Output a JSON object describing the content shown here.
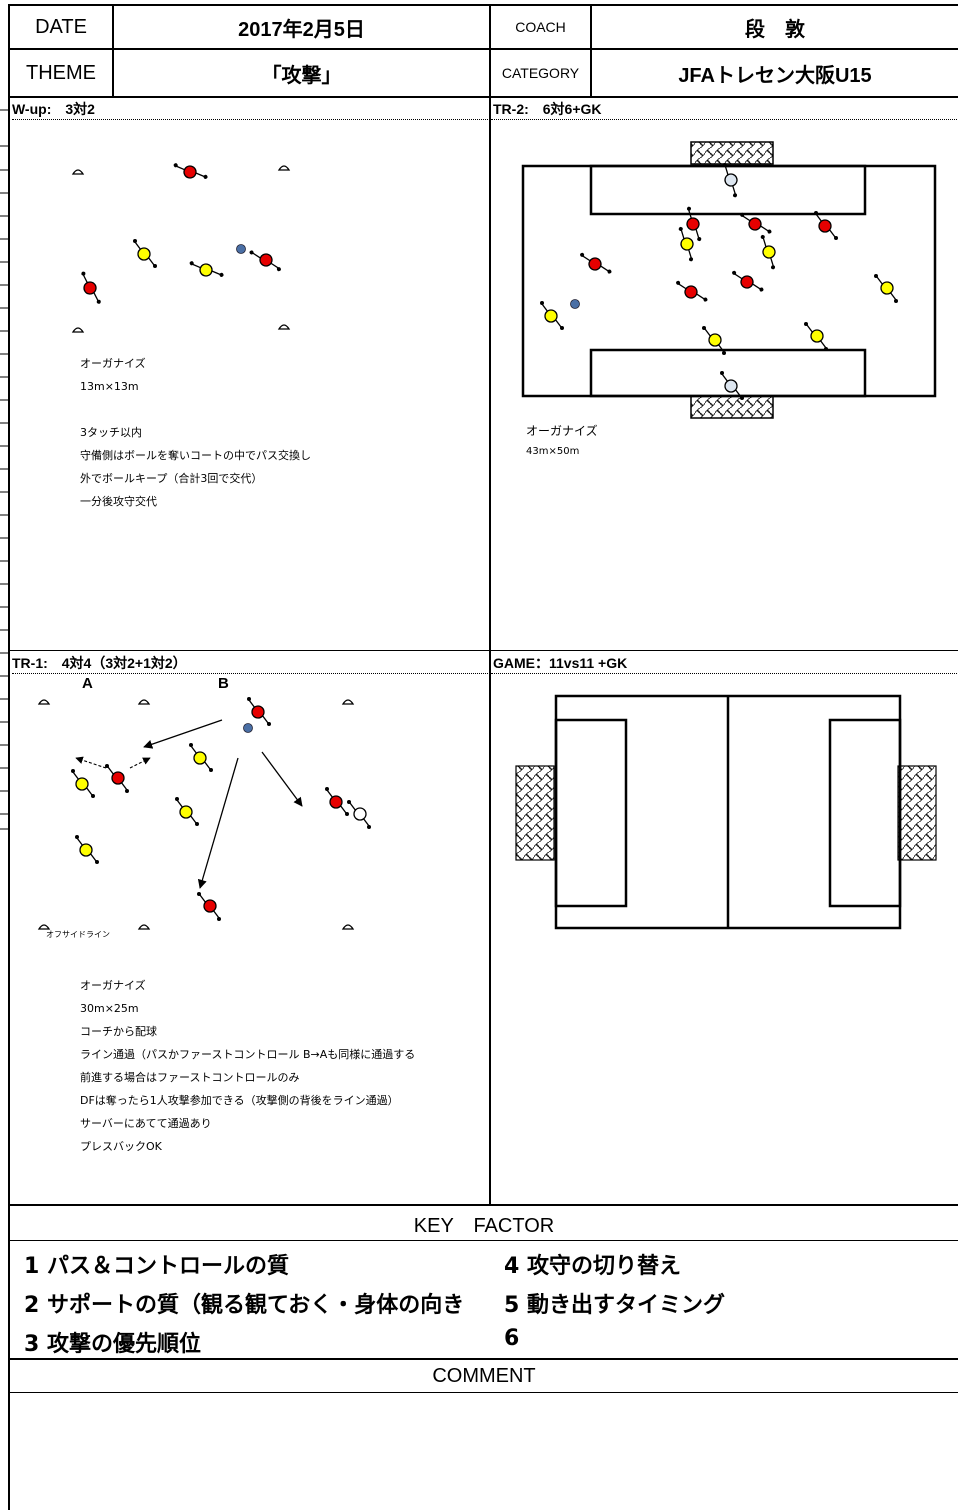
{
  "header": {
    "date_label": "DATE",
    "date_value": "2017年2月5日",
    "coach_label": "COACH",
    "coach_value": "段　敦",
    "theme_label": "THEME",
    "theme_value": "「攻撃」",
    "category_label": "CATEGORY",
    "category_value": "JFAトレセン大阪U15"
  },
  "wup": {
    "title": "W-up:　3対2",
    "notes": [
      "オーガナイズ",
      "13m×13m",
      "",
      "3タッチ以内",
      "守備側はボールを奪いコートの中でパス交換し",
      "外でボールキープ（合計3回で交代）",
      "一分後攻守交代"
    ]
  },
  "tr2": {
    "title": "TR-2:　6対6+GK",
    "notes": [
      "オーガナイズ",
      "43m×50m"
    ]
  },
  "tr1": {
    "title": "TR-1:　4対4（3対2+1対2）",
    "label_a": "A",
    "label_b": "B",
    "offside_label": "オフサイドライン",
    "notes": [
      "オーガナイズ",
      "30m×25m",
      "コーチから配球",
      "ライン通過（パスかファーストコントロール B→Aも同様に通過する",
      "前進する場合はファーストコントロールのみ",
      "DFは奪ったら1人攻撃参加できる（攻撃側の背後をライン通過）",
      "サーバーにあてて通過あり",
      "プレスバックOK"
    ]
  },
  "game": {
    "title": "GAME：11vs11 +GK"
  },
  "key_factor": {
    "title": "KEY　FACTOR",
    "items": [
      "1 パス＆コントロールの質",
      "2 サポートの質（観る観ておく・身体の向き",
      "3 攻撃の優先順位",
      "4 攻守の切り替え",
      "5 動き出すタイミング",
      "6"
    ]
  },
  "comment": {
    "title": "COMMENT"
  },
  "colors": {
    "red_player": "#e60000",
    "yellow_player": "#ffff00",
    "ball": "#4a6fa5",
    "gk": "#dde6f0"
  }
}
